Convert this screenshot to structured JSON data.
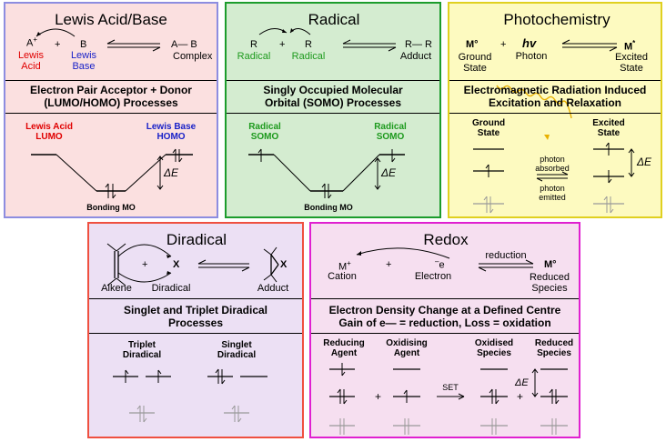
{
  "panels": {
    "lewis": {
      "title": "Lewis Acid/Base",
      "reaction": {
        "a": "A",
        "a_sup": "+",
        "plus": "+",
        "b": "B",
        "product": "A— B",
        "acid": [
          "Lewis",
          "Acid"
        ],
        "base": [
          "Lewis",
          "Base"
        ],
        "complex": "Complex"
      },
      "description": [
        "Electron Pair Acceptor + Donor",
        "(LUMO/HOMO) Processes"
      ],
      "diagram": {
        "left": [
          "Lewis Acid",
          "LUMO"
        ],
        "right": [
          "Lewis Base",
          "HOMO"
        ],
        "energy": "ΔE",
        "bottom": "Bonding MO"
      },
      "colors": {
        "border": "#8d8de0",
        "bg": "#fbe0e0",
        "acid": "#e00000",
        "base": "#1a22c8"
      }
    },
    "radical": {
      "title": "Radical",
      "reaction": {
        "r1": "R",
        "r2": "R",
        "plus": "+",
        "product": "R— R",
        "radical1": "Radical",
        "radical2": "Radical",
        "adduct": "Adduct"
      },
      "description": [
        "Singly Occupied Molecular",
        "Orbital (SOMO) Processes"
      ],
      "diagram": {
        "left": [
          "Radical",
          "SOMO"
        ],
        "right": [
          "Radical",
          "SOMO"
        ],
        "energy": "ΔE",
        "bottom": "Bonding MO"
      },
      "colors": {
        "border": "#1c9c2c",
        "bg": "#d4ecd0",
        "label": "#1d9a1d"
      }
    },
    "photo": {
      "title": "Photochemistry",
      "reaction": {
        "m": "M°",
        "plus": "+",
        "hv": "hv",
        "product": "M",
        "product_sup": "*",
        "ground": [
          "Ground",
          "State"
        ],
        "photon": "Photon",
        "excited": [
          "Excited",
          "State"
        ]
      },
      "description": [
        "Electromagnetic Radiation Induced",
        "Excitation and Relaxation"
      ],
      "diagram": {
        "ground": [
          "Ground",
          "State"
        ],
        "excited": [
          "Excited",
          "State"
        ],
        "absorbed": [
          "photon",
          "absorbed"
        ],
        "emitted": [
          "photon",
          "emitted"
        ],
        "energy": "ΔE"
      },
      "colors": {
        "border": "#e0d020",
        "bg": "#fdfac0",
        "wave": "#e8b000"
      }
    },
    "diradical": {
      "title": "Diradical",
      "reaction": {
        "plus": "+",
        "x1": "X",
        "x2": "X",
        "alkene": "Alkene",
        "diradical": "Diradical",
        "adduct": "Adduct"
      },
      "description": [
        "Singlet and Triplet Diradical",
        "Processes"
      ],
      "diagram": {
        "triplet": [
          "Triplet",
          "Diradical"
        ],
        "singlet": [
          "Singlet",
          "Diradical"
        ]
      },
      "colors": {
        "border": "#ef5040",
        "bg": "#ece0f4"
      }
    },
    "redox": {
      "title": "Redox",
      "reaction": {
        "m": "M",
        "m_sup": "+",
        "plus": "+",
        "e": "e",
        "e_sup": "–",
        "reduction": "reduction",
        "product": "M°",
        "cation": "Cation",
        "electron": "Electron",
        "reduced": [
          "Reduced",
          "Species"
        ]
      },
      "description": [
        "Electron Density Change at a Defined Centre",
        "Gain of e— = reduction, Loss = oxidation"
      ],
      "diagram": {
        "reducing": [
          "Reducing",
          "Agent"
        ],
        "oxidising": [
          "Oxidising",
          "Agent"
        ],
        "oxidised": [
          "Oxidised",
          "Species"
        ],
        "reduced": [
          "Reduced",
          "Species"
        ],
        "set": "SET",
        "plus1": "+",
        "plus2": "+",
        "energy": "ΔE"
      },
      "colors": {
        "border": "#e020d0",
        "bg": "#f6dff0"
      }
    }
  }
}
